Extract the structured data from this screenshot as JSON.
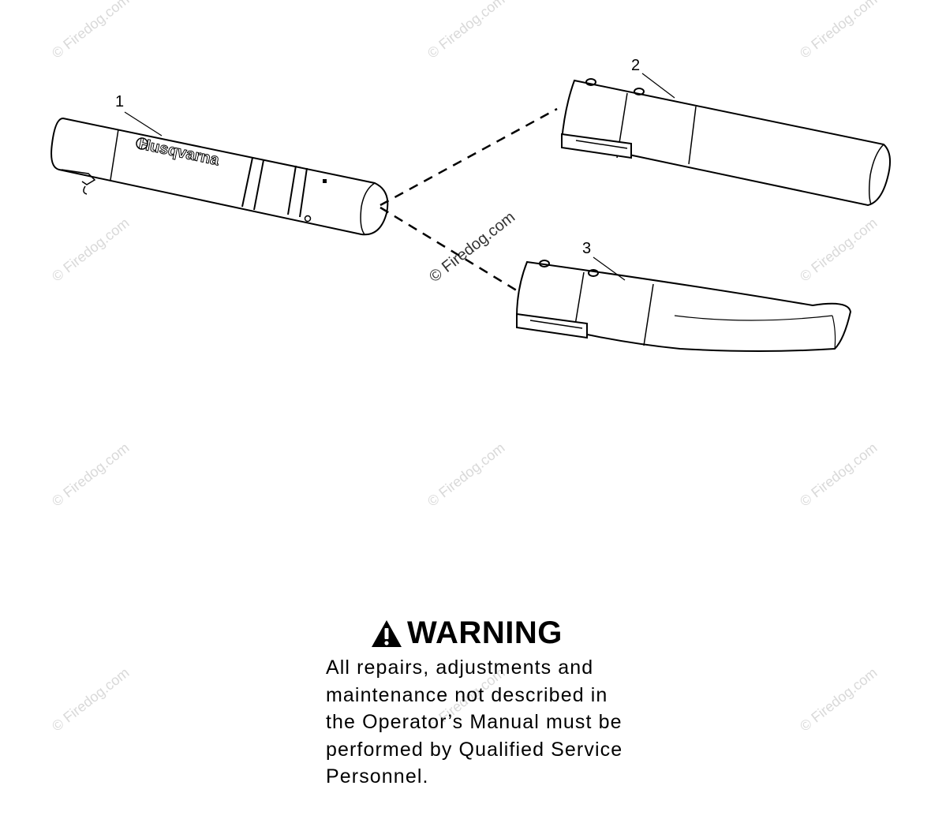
{
  "diagram": {
    "callouts": [
      "1",
      "2",
      "3"
    ],
    "brand_label": "Husqvarna"
  },
  "watermarks": {
    "text": "© Firedog.com",
    "center_text": "© Firedog.com"
  },
  "warning": {
    "icon": "warning-triangle-icon",
    "title": "WARNING",
    "lines": [
      "All repairs, adjustments and",
      "maintenance not described in",
      "the Operator’s Manual must be",
      "performed by Qualified Service",
      "Personnel."
    ]
  }
}
